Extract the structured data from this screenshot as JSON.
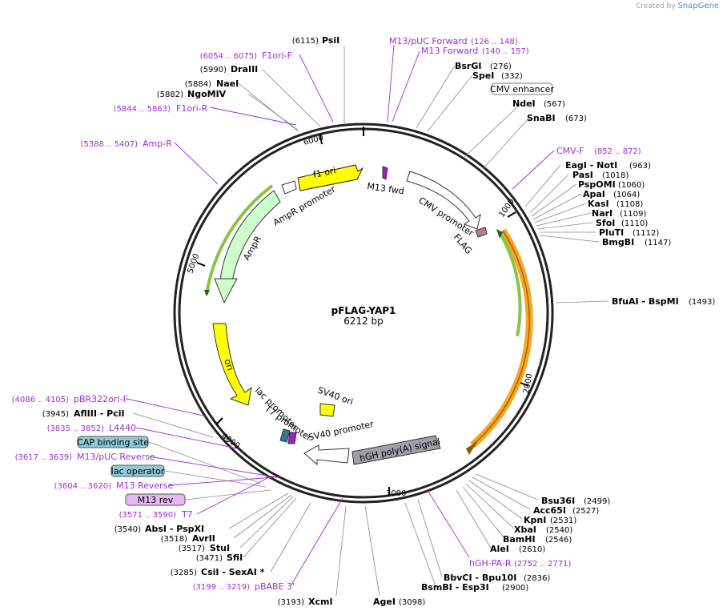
{
  "credit": {
    "prefix": "Created by",
    "brand": "SnapGene"
  },
  "map": {
    "name": "pFLAG-YAP1",
    "size_label": "6212 bp",
    "length": 6212,
    "ticks": [
      "1000",
      "2000",
      "3000",
      "4000",
      "5000",
      "6000"
    ]
  },
  "enzymes": [
    {
      "id": "psi",
      "name": "PsiI",
      "pos": "(6115)"
    },
    {
      "id": "dra3",
      "name": "DraIII",
      "pos": "(5990)"
    },
    {
      "id": "nae",
      "name": "NaeI",
      "pos": "(5884)"
    },
    {
      "id": "ngomiv",
      "name": "NgoMIV",
      "pos": "(5882)"
    },
    {
      "id": "bsrgi",
      "name": "BsrGI",
      "pos": "(276)"
    },
    {
      "id": "spei",
      "name": "SpeI",
      "pos": "(332)"
    },
    {
      "id": "ndei",
      "name": "NdeI",
      "pos": "(567)"
    },
    {
      "id": "snabi",
      "name": "SnaBI",
      "pos": "(673)"
    },
    {
      "id": "eagnot",
      "name": "EagI  -  NotI",
      "pos": "(963)"
    },
    {
      "id": "pasi",
      "name": "PasI",
      "pos": "(1018)"
    },
    {
      "id": "pspomi",
      "name": "PspOMI",
      "pos": "(1060)"
    },
    {
      "id": "apai",
      "name": "ApaI",
      "pos": "(1064)"
    },
    {
      "id": "kasi",
      "name": "KasI",
      "pos": "(1108)"
    },
    {
      "id": "nari",
      "name": "NarI",
      "pos": "(1109)"
    },
    {
      "id": "sfoi",
      "name": "SfoI",
      "pos": "(1110)"
    },
    {
      "id": "plut",
      "name": "PluTI",
      "pos": "(1112)"
    },
    {
      "id": "bmgbi",
      "name": "BmgBI",
      "pos": "(1147)"
    },
    {
      "id": "bfuai",
      "name": "BfuAI  -  BspMI",
      "pos": "(1493)"
    },
    {
      "id": "bsu36",
      "name": "Bsu36I",
      "pos": "(2499)"
    },
    {
      "id": "acc65",
      "name": "Acc65I",
      "pos": "(2527)"
    },
    {
      "id": "kpni",
      "name": "KpnI",
      "pos": "(2531)"
    },
    {
      "id": "xbai",
      "name": "XbaI",
      "pos": "(2540)"
    },
    {
      "id": "bamhi",
      "name": "BamHI",
      "pos": "(2546)"
    },
    {
      "id": "alei",
      "name": "AleI",
      "pos": "(2610)"
    },
    {
      "id": "bbvci",
      "name": "BbvCI  -  Bpu10I",
      "pos": "(2836)"
    },
    {
      "id": "bsmbi",
      "name": "BsmBI  -  Esp3I",
      "pos": "(2900)"
    },
    {
      "id": "agei",
      "name": "AgeI",
      "pos": "(3098)"
    },
    {
      "id": "xcmi",
      "name": "XcmI",
      "pos": "(3193)"
    },
    {
      "id": "csii",
      "name": "CsiI  -  SexAI *",
      "pos": "(3285)"
    },
    {
      "id": "sfii",
      "name": "SfiI",
      "pos": "(3471)"
    },
    {
      "id": "stui",
      "name": "StuI",
      "pos": "(3517)"
    },
    {
      "id": "avrii",
      "name": "AvrII",
      "pos": "(3518)"
    },
    {
      "id": "absi",
      "name": "AbsI  -  PspXI",
      "pos": "(3540)"
    },
    {
      "id": "afliii",
      "name": "AflIII  -  PciI",
      "pos": "(3945)"
    }
  ],
  "primers": [
    {
      "id": "f1ori_f",
      "name": "F1ori-F",
      "range": "(6054 .. 6075)"
    },
    {
      "id": "f1ori_r",
      "name": "F1ori-R",
      "range": "(5844 .. 5863)"
    },
    {
      "id": "amp_r",
      "name": "Amp-R",
      "range": "(5388 .. 5407)"
    },
    {
      "id": "m13puc_fwd",
      "name": "M13/pUC Forward",
      "range": "(126 .. 148)"
    },
    {
      "id": "m13_fwd",
      "name": "M13 Forward",
      "range": "(140 .. 157)"
    },
    {
      "id": "cmv_f",
      "name": "CMV-F",
      "range": "(852 .. 872)"
    },
    {
      "id": "hgh_pa_r",
      "name": "hGH-PA-R",
      "range": "(2752 .. 2771)"
    },
    {
      "id": "pbabe3",
      "name": "pBABE 3'",
      "range": "(3199 .. 3219)"
    },
    {
      "id": "t7",
      "name": "T7",
      "range": "(3571 .. 3590)"
    },
    {
      "id": "m13_rev",
      "name": "M13 Reverse",
      "range": "(3604 .. 3620)"
    },
    {
      "id": "m13puc_rev",
      "name": "M13/pUC Reverse",
      "range": "(3617 .. 3639)"
    },
    {
      "id": "l4440",
      "name": "L4440",
      "range": "(3835 .. 3852)"
    },
    {
      "id": "pbr322ori_f",
      "name": "pBR322ori-F",
      "range": "(4086 .. 4105)"
    }
  ],
  "boxed_labels": [
    {
      "id": "cmv_enh",
      "name": "CMV enhancer"
    },
    {
      "id": "cap_site",
      "name": "CAP binding site"
    },
    {
      "id": "lac_op",
      "name": "lac operator"
    },
    {
      "id": "m13rev_box",
      "name": "M13 rev"
    }
  ],
  "features": {
    "f1ori": "f1 ori",
    "amp_promoter": "AmpR promoter",
    "ampr": "AmpR",
    "ori": "ori",
    "m13fwd": "M13 fwd",
    "cmv_promoter": "CMV promoter",
    "flag": "FLAG",
    "sv40ori": "SV40 ori",
    "t7promoter": "T7 promoter",
    "lacpromoter": "lac promoter",
    "sv40promoter": "SV40 promoter",
    "hgh": "hGH poly(A) signal"
  },
  "colors": {
    "yellow": "#ffff00",
    "amp": "#ccffcc",
    "primer": "#9b30d9",
    "orange": "#f5a623",
    "hgh": "#9ea1a6",
    "flag": "#b9808c",
    "lac": "#8ecad9",
    "m13rev": "#e7b8f2"
  }
}
